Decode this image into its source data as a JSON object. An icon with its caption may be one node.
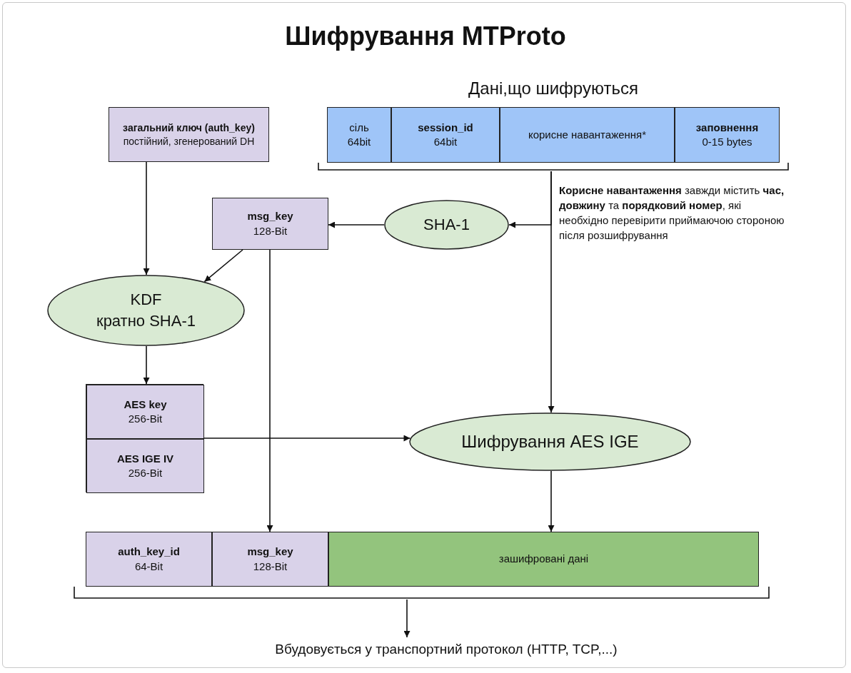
{
  "diagram": {
    "title": "Шифрування MTProto",
    "nodes": [
      {
        "text": [
          "загальний ключ (auth_key)",
          "постійний, згенерований DH"
        ]
      },
      {
        "text": [
          "Дані,що шифруються"
        ]
      },
      {
        "text": [
          "сіль",
          "64bit"
        ],
        "in": 1
      },
      {
        "text": [
          "session_id",
          "64bit"
        ],
        "in": 1
      },
      {
        "text": [
          "корисне навантаження*"
        ],
        "in": 1
      },
      {
        "text": [
          "заповнення",
          "0-15 bytes"
        ],
        "in": 1
      },
      {
        "text": [
          "msg_key",
          "128-Bit"
        ]
      },
      {
        "text": [
          "SHA-1"
        ]
      },
      {
        "text": [
          "KDF",
          "кратно SHA-1"
        ]
      },
      {
        "text": [],
        "shape": "box"
      },
      {
        "text": [
          "AES key",
          "256-Bit"
        ],
        "in": 9
      },
      {
        "text": [
          "AES IGE IV",
          "256-Bit"
        ],
        "in": 9
      },
      {
        "text": [
          "Шифрування  AES IGE"
        ]
      },
      {
        "text": [],
        "shape": "bracket"
      },
      {
        "text": [
          "auth_key_id",
          "64-Bit"
        ],
        "in": 13
      },
      {
        "text": [
          "msg_key",
          "128-Bit"
        ],
        "in": 13
      },
      {
        "text": [
          "зашифровані дані"
        ],
        "in": 13
      },
      {
        "text": [
          "Вбудовується у транспортний протокол (HTTP, TCP,...)"
        ]
      }
    ],
    "edges": [
      {
        "from": 0,
        "to": 8,
        "arrow": "to"
      },
      {
        "from": 6,
        "to": 8,
        "arrow": "to"
      },
      {
        "from": 7,
        "to": 6,
        "arrow": "to"
      },
      {
        "from": 1,
        "to": 7,
        "arrow": "to"
      },
      {
        "from": 1,
        "to": 12,
        "arrow": "to"
      },
      {
        "from": 8,
        "to": 9,
        "arrow": "to"
      },
      {
        "from": 9,
        "to": 12,
        "arrow": "to"
      },
      {
        "from": 6,
        "to": 15,
        "arrow": "to"
      },
      {
        "from": 12,
        "to": 16,
        "arrow": "to"
      },
      {
        "from": 13,
        "to": 17,
        "arrow": "to"
      }
    ],
    "labels": [
      "**Корисне навантаження** завжди містить **час, довжину** та **порядковий номер**, які необхідно перевірити приймаючою стороною після розшифрування"
    ]
  }
}
